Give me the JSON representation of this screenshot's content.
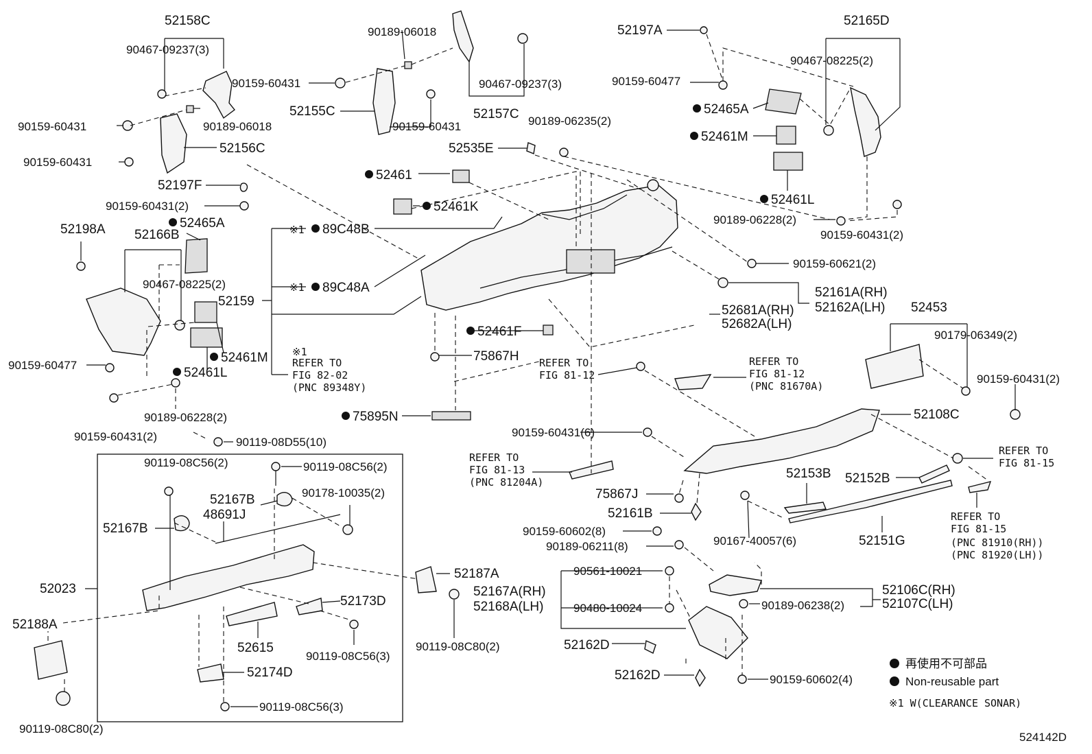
{
  "title_code": "524142D",
  "legend": {
    "jp": "再使用不可部品",
    "en": "Non-reusable part",
    "note": "※1 W(CLEARANCE SONAR)"
  },
  "labels": {
    "p52158C": "52158C",
    "p90467_09237_3a": "90467-09237(3)",
    "p90159_60431_a": "90159-60431",
    "p90189_06018_a": "90189-06018",
    "p90159_60431_b": "90159-60431",
    "p52156C": "52156C",
    "p52197F": "52197F",
    "p90159_60431_2a": "90159-60431(2)",
    "p90189_06018_b": "90189-06018",
    "p90159_60431_c": "90159-60431",
    "p52155C": "52155C",
    "p90159_60431_d": "90159-60431",
    "p90467_09237_3b": "90467-09237(3)",
    "p52157C": "52157C",
    "p52197A": "52197A",
    "p90159_60477_a": "90159-60477",
    "p52165D": "52165D",
    "p90467_08225_2a": "90467-08225(2)",
    "p52465A_a": "52465A",
    "p52461M_a": "52461M",
    "p52461L_a": "52461L",
    "p90189_06235_2": "90189-06235(2)",
    "p52535E": "52535E",
    "p52461": "52461",
    "p52461K": "52461K",
    "p90189_06228_2a": "90189-06228(2)",
    "p90159_60431_2b": "90159-60431(2)",
    "p90159_60621_2": "90159-60621(2)",
    "p52198A": "52198A",
    "p52166B": "52166B",
    "p52465A_b": "52465A",
    "p90467_08225_2b": "90467-08225(2)",
    "p89C48B": "89C48B",
    "p89C48A": "89C48A",
    "p52159": "52159",
    "p52461M_b": "52461M",
    "p52461L_b": "52461L",
    "p90159_60477_b": "90159-60477",
    "p52461F": "52461F",
    "p75867H": "75867H",
    "p52161A_RH": "52161A(RH)",
    "p52162A_LH": "52162A(LH)",
    "p52681A_RH": "52681A(RH)",
    "p52682A_LH": "52682A(LH)",
    "p52453": "52453",
    "p90179_06349_2": "90179-06349(2)",
    "p90159_60431_2c": "90159-60431(2)",
    "p90189_06228_2b": "90189-06228(2)",
    "p90159_60431_2d": "90159-60431(2)",
    "p75895N": "75895N",
    "p90119_08D55_10": "90119-08D55(10)",
    "p52108C": "52108C",
    "p90159_60431_6": "90159-60431(6)",
    "p90119_08C56_2a": "90119-08C56(2)",
    "p90119_08C56_2b": "90119-08C56(2)",
    "p52167B_a": "52167B",
    "p48691J": "48691J",
    "p90178_10035_2": "90178-10035(2)",
    "p52167B_b": "52167B",
    "p75867J": "75867J",
    "p52153B": "52153B",
    "p52152B": "52152B",
    "p52161B": "52161B",
    "p90167_40057_6": "90167-40057(6)",
    "p52151G": "52151G",
    "p90159_60602_8": "90159-60602(8)",
    "p90189_06211_8": "90189-06211(8)",
    "p52023": "52023",
    "p52187A": "52187A",
    "p52167A_RH": "52167A(RH)",
    "p52168A_LH": "52168A(LH)",
    "p52173D": "52173D",
    "p52188A": "52188A",
    "p52615": "52615",
    "p90119_08C56_3a": "90119-08C56(3)",
    "p90119_08C80_2a": "90119-08C80(2)",
    "p90561_10021": "90561-10021",
    "p90480_10024": "90480-10024",
    "p90189_06238_2": "90189-06238(2)",
    "p52106C_RH": "52106C(RH)",
    "p52107C_LH": "52107C(LH)",
    "p52162D_a": "52162D",
    "p52162D_b": "52162D",
    "p90159_60602_4": "90159-60602(4)",
    "p52174D": "52174D",
    "p90119_08C56_3b": "90119-08C56(3)",
    "p90119_08C80_2b": "90119-08C80(2)"
  },
  "refs": {
    "ref_note1_mark": "※1",
    "ref_note1_a": "※1",
    "ref_note1_b": "※1",
    "ref1_l1": "REFER TO",
    "ref1_l2": "FIG 82-02",
    "ref1_l3": "(PNC 89348Y)",
    "ref2_l1": "REFER TO",
    "ref2_l2": "FIG 81-12",
    "ref3_l1": "REFER TO",
    "ref3_l2": "FIG 81-12",
    "ref3_l3": "(PNC 81670A)",
    "ref4_l1": "REFER TO",
    "ref4_l2": "FIG 81-13",
    "ref4_l3": "(PNC 81204A)",
    "ref5_l1": "REFER TO",
    "ref5_l2": "FIG 81-15",
    "ref6_l1": "REFER TO",
    "ref6_l2": "FIG 81-15",
    "ref6_l3": "(PNC 81910(RH))",
    "ref6_l4": "(PNC 81920(LH))"
  }
}
